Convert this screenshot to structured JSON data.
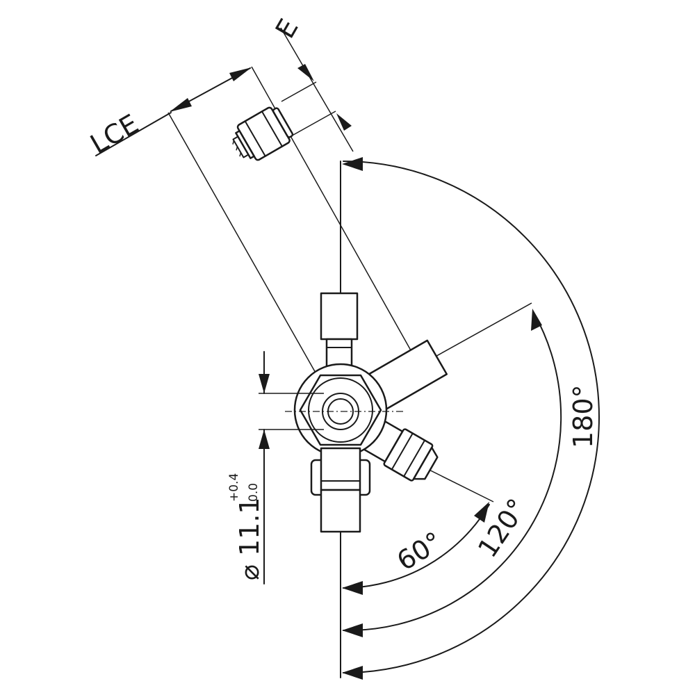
{
  "labels": {
    "lce": "LCE",
    "e": "E",
    "angle_60": "60°",
    "angle_120": "120°",
    "angle_180": "180°",
    "diameter_symbol": "⌀",
    "diameter_value": "11.1",
    "tolerance_upper": "+0.4",
    "tolerance_lower": "0.0"
  },
  "colors": {
    "ink": "#1a1a1a",
    "paper": "#ffffff"
  }
}
